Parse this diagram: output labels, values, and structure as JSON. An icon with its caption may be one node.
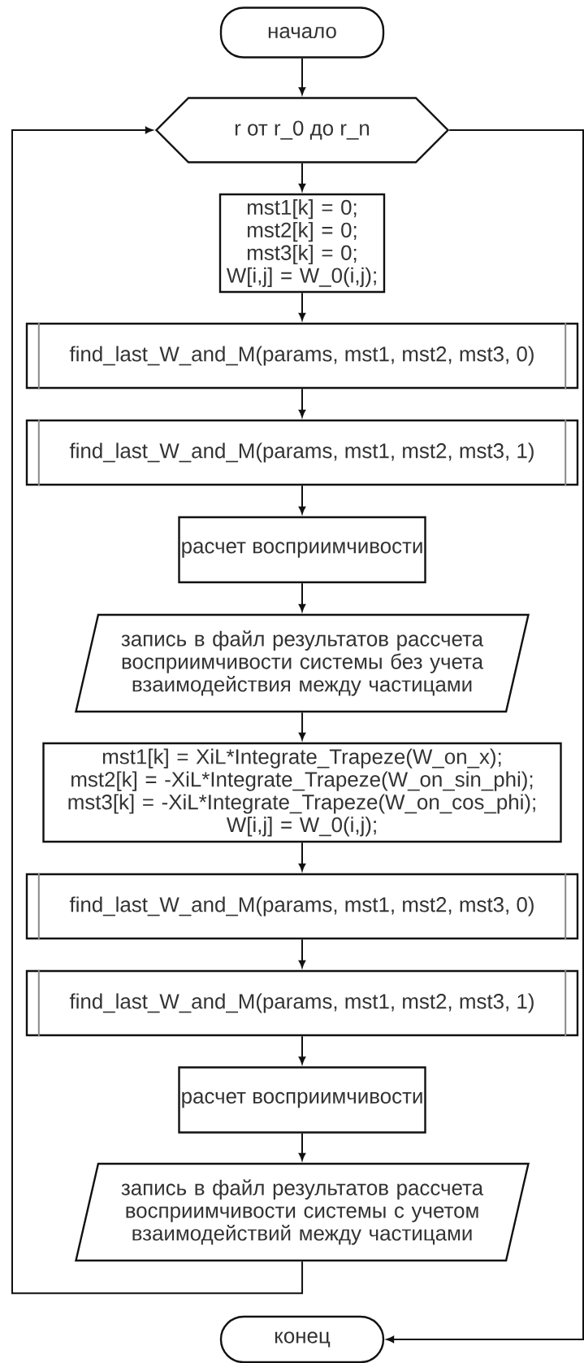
{
  "diagram": {
    "nodes": [
      {
        "text": [
          "начало"
        ]
      },
      {
        "text": [
          "r от r_0 до r_n"
        ]
      },
      {
        "text": [
          "mst1[k] = 0; mst2[k] = 0; mst3[k] = 0; W[i,j] = W_0(i,j);"
        ]
      },
      {
        "text": [
          "find_last_W_and_M(params, mst1, mst2, mst3, 0)"
        ]
      },
      {
        "text": [
          "find_last_W_and_M(params, mst1, mst2, mst3, 1)"
        ]
      },
      {
        "text": [
          "расчет восприимчивости"
        ]
      },
      {
        "text": [
          "запись в файл результатов рассчета восприимчивости системы без учета взаимодействия между частицами"
        ]
      },
      {
        "text": [
          "mst1[k] = XiL*Integrate_Trapeze(W_on_x); mst2[k] = -XiL*Integrate_Trapeze(W_on_sin_phi); mst3[k] = -XiL*Integrate_Trapeze(W_on_cos_phi); W[i,j] = W_0(i,j);"
        ]
      },
      {
        "text": [
          "find_last_W_and_M(params, mst1, mst2, mst3, 0)"
        ]
      },
      {
        "text": [
          "find_last_W_and_M(params, mst1, mst2, mst3, 1)"
        ]
      },
      {
        "text": [
          "расчет восприимчивости"
        ]
      },
      {
        "text": [
          "запись в файл результатов рассчета восприимчивости системы с учетом взаимодействий между частицами"
        ]
      },
      {
        "text": [
          "конец"
        ]
      }
    ],
    "edges": [
      {
        "from": 0,
        "to": 1,
        "arrow": "to"
      },
      {
        "from": 1,
        "to": 2,
        "arrow": "to"
      },
      {
        "from": 2,
        "to": 3,
        "arrow": "to"
      },
      {
        "from": 3,
        "to": 4,
        "arrow": "to"
      },
      {
        "from": 4,
        "to": 5,
        "arrow": "to"
      },
      {
        "from": 5,
        "to": 6,
        "arrow": "to"
      },
      {
        "from": 6,
        "to": 7,
        "arrow": "to"
      },
      {
        "from": 7,
        "to": 8,
        "arrow": "to"
      },
      {
        "from": 8,
        "to": 9,
        "arrow": "to"
      },
      {
        "from": 9,
        "to": 10,
        "arrow": "to"
      },
      {
        "from": 10,
        "to": 11,
        "arrow": "to"
      },
      {
        "from": 11,
        "to": 1,
        "arrow": "to"
      },
      {
        "from": 1,
        "to": 12,
        "arrow": "to"
      }
    ]
  }
}
